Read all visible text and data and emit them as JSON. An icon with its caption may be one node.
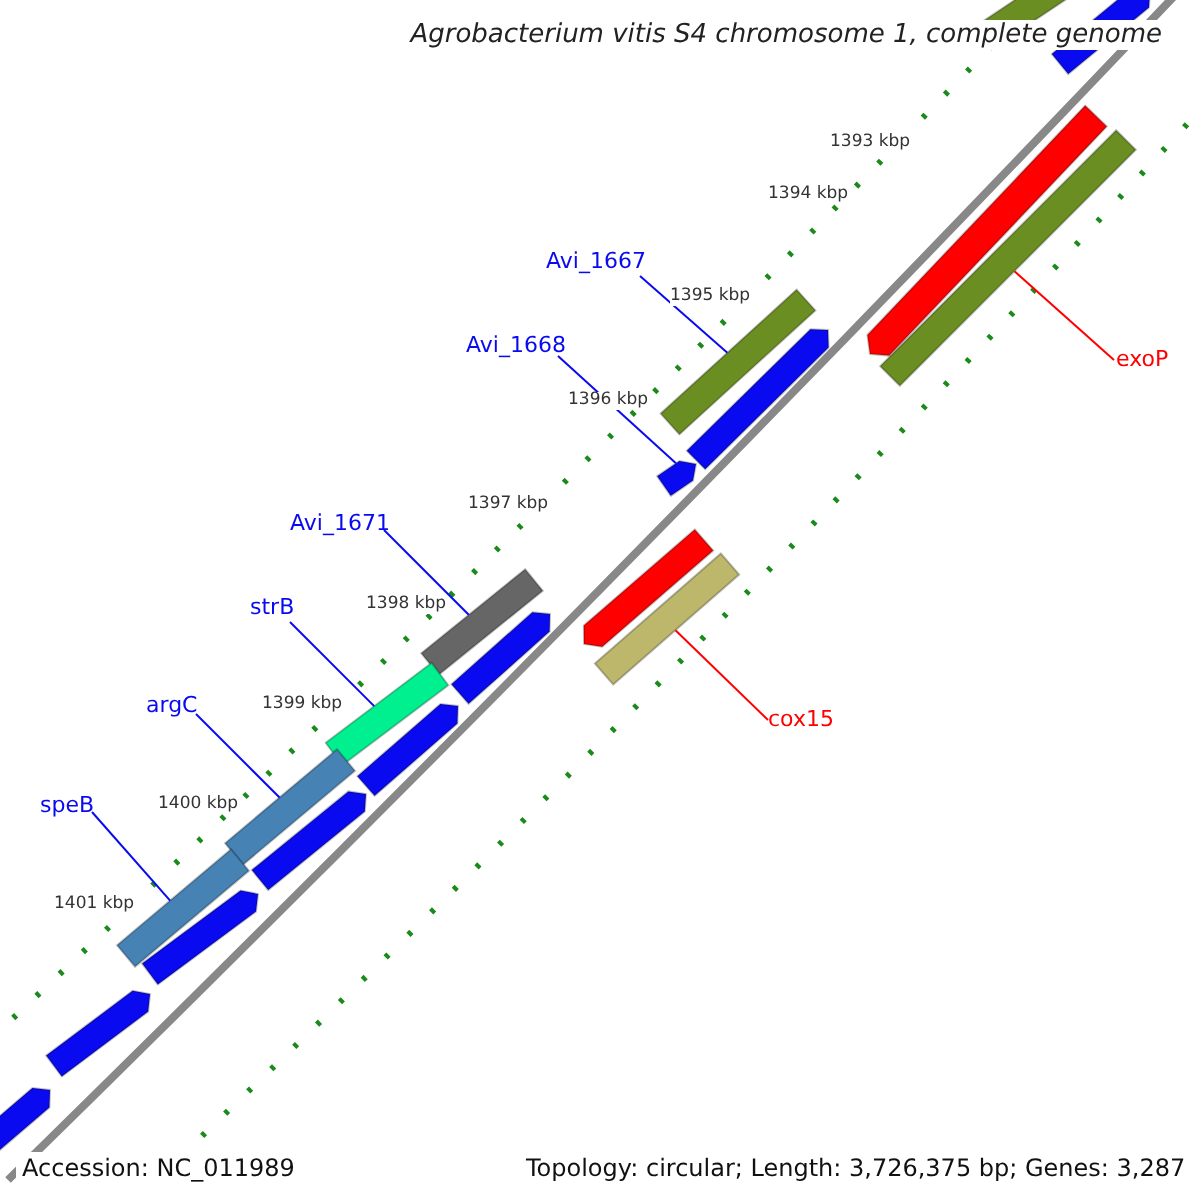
{
  "diagram": {
    "title": "Agrobacterium vitis S4 chromosome 1, complete genome",
    "nodes": [
      {
        "text": [
          "Avi_1667"
        ]
      },
      {
        "text": [
          "Avi_1668"
        ]
      },
      {
        "text": [
          "Avi_1671"
        ]
      },
      {
        "text": [
          "strB"
        ]
      },
      {
        "text": [
          "argC"
        ]
      },
      {
        "text": [
          "speB"
        ]
      },
      {
        "text": [
          "exoP"
        ]
      },
      {
        "text": [
          "cox15"
        ]
      },
      {
        "text": [],
        "shape": "bar"
      },
      {
        "text": [],
        "shape": "arrow"
      },
      {
        "text": [],
        "shape": "bar"
      },
      {
        "text": [],
        "shape": "bar"
      },
      {
        "text": [],
        "shape": "bar"
      },
      {
        "text": [],
        "shape": "bar"
      },
      {
        "text": [],
        "shape": "bar"
      },
      {
        "text": [],
        "shape": "bar"
      },
      {
        "text": [],
        "shape": "arrow"
      }
    ],
    "edges": [
      {
        "from": 0,
        "to": 8,
        "arrow": "none"
      },
      {
        "from": 1,
        "to": 9,
        "arrow": "none"
      },
      {
        "from": 2,
        "to": 10,
        "arrow": "none"
      },
      {
        "from": 3,
        "to": 11,
        "arrow": "none"
      },
      {
        "from": 4,
        "to": 12,
        "arrow": "none"
      },
      {
        "from": 5,
        "to": 13,
        "arrow": "none"
      },
      {
        "from": 6,
        "to": 14,
        "arrow": "none",
        "color": "#ff0000"
      },
      {
        "from": 7,
        "to": 15,
        "arrow": "none",
        "color": "#ff0000"
      }
    ],
    "labels": [
      "1393 kbp",
      "1394 kbp",
      "1395 kbp",
      "1396 kbp",
      "1397 kbp",
      "1398 kbp",
      "1399 kbp",
      "1400 kbp",
      "1401 kbp",
      "Accession: NC_011989",
      "Topology: circular; Length: 3,726,375 bp; Genes: 3,287"
    ]
  }
}
